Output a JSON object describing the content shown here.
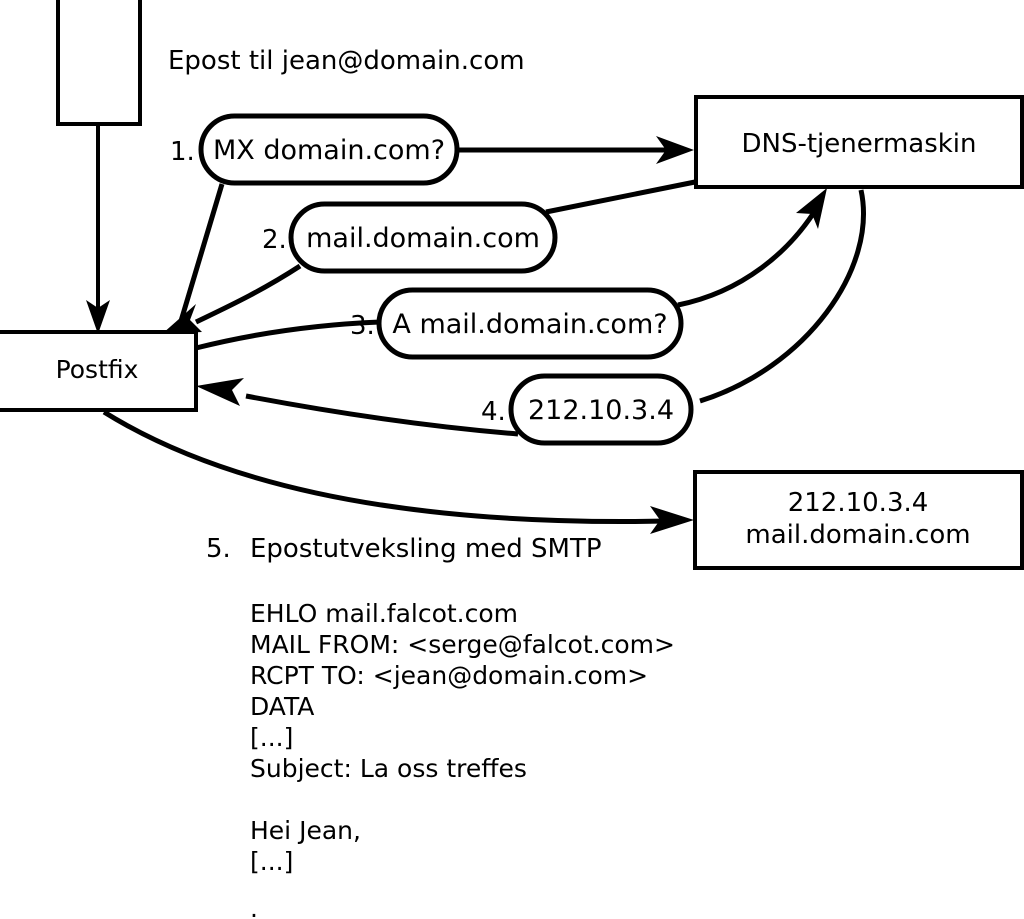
{
  "diagram": {
    "title_caption": "Epost til jean@domain.com",
    "nodes": {
      "mua": {
        "label": ""
      },
      "postfix": {
        "label": "Postfix"
      },
      "dns": {
        "label": "DNS-tjenermaskin"
      },
      "mailserver": {
        "line1": "212.10.3.4",
        "line2": "mail.domain.com"
      }
    },
    "steps": [
      {
        "num": "1.",
        "label": "MX domain.com?"
      },
      {
        "num": "2.",
        "label": "mail.domain.com"
      },
      {
        "num": "3.",
        "label": "A mail.domain.com?"
      },
      {
        "num": "4.",
        "label": "212.10.3.4"
      }
    ],
    "smtp_step": {
      "num": "5.",
      "label": "Epostutveksling med SMTP"
    },
    "smtp_transcript": [
      "EHLO mail.falcot.com",
      "MAIL FROM: <serge@falcot.com>",
      "RCPT TO: <jean@domain.com>",
      "DATA",
      "[...]",
      "Subject: La oss treffes",
      "",
      "Hei Jean,",
      "[...]",
      "."
    ],
    "colors": {
      "stroke": "#000000",
      "fill": "#ffffff",
      "text": "#000000"
    }
  }
}
